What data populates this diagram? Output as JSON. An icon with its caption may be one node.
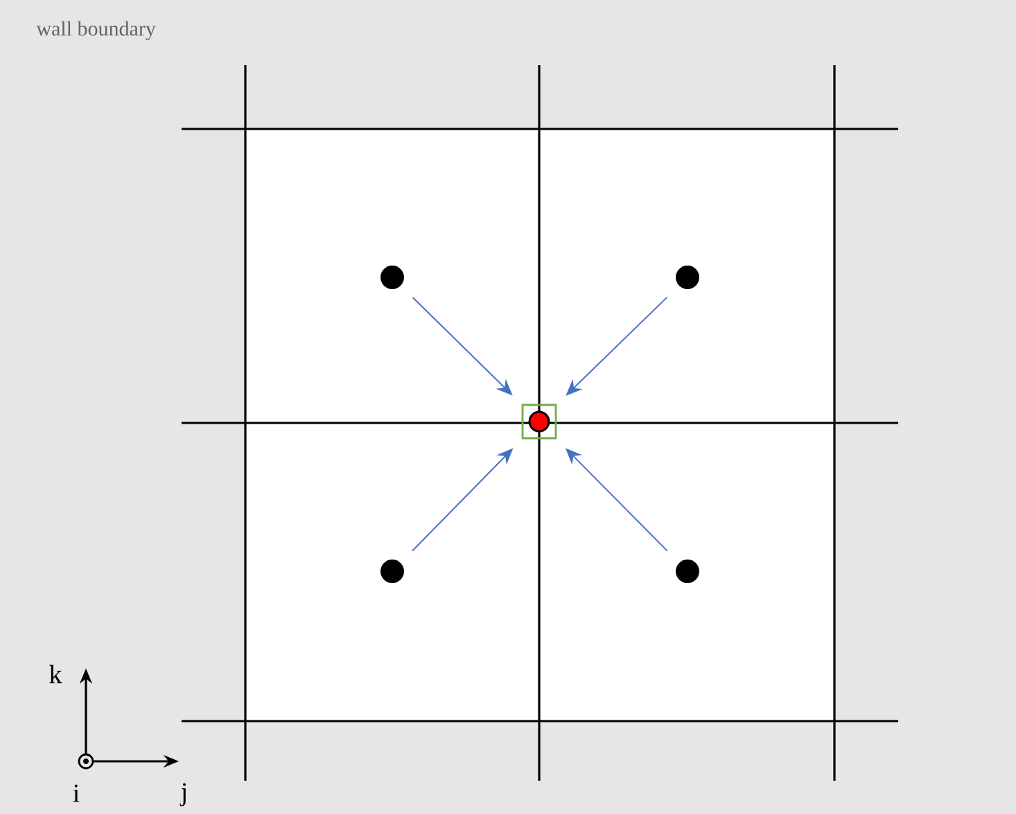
{
  "diagram": {
    "nodes": [
      {
        "text": [],
        "shape": "circle"
      },
      {
        "text": [],
        "shape": "circle"
      },
      {
        "text": [],
        "shape": "circle"
      },
      {
        "text": [],
        "shape": "circle"
      },
      {
        "text": [],
        "shape": "box"
      },
      {
        "text": [],
        "shape": "circle",
        "in": 4
      }
    ],
    "edges": [
      {
        "from": 0,
        "to": 4,
        "arrow": "to"
      },
      {
        "from": 1,
        "to": 4,
        "arrow": "to"
      },
      {
        "from": 2,
        "to": 4,
        "arrow": "to"
      },
      {
        "from": 3,
        "to": 4,
        "arrow": "to"
      }
    ],
    "labels": [
      "wall boundary",
      "k",
      "i",
      "j"
    ]
  }
}
